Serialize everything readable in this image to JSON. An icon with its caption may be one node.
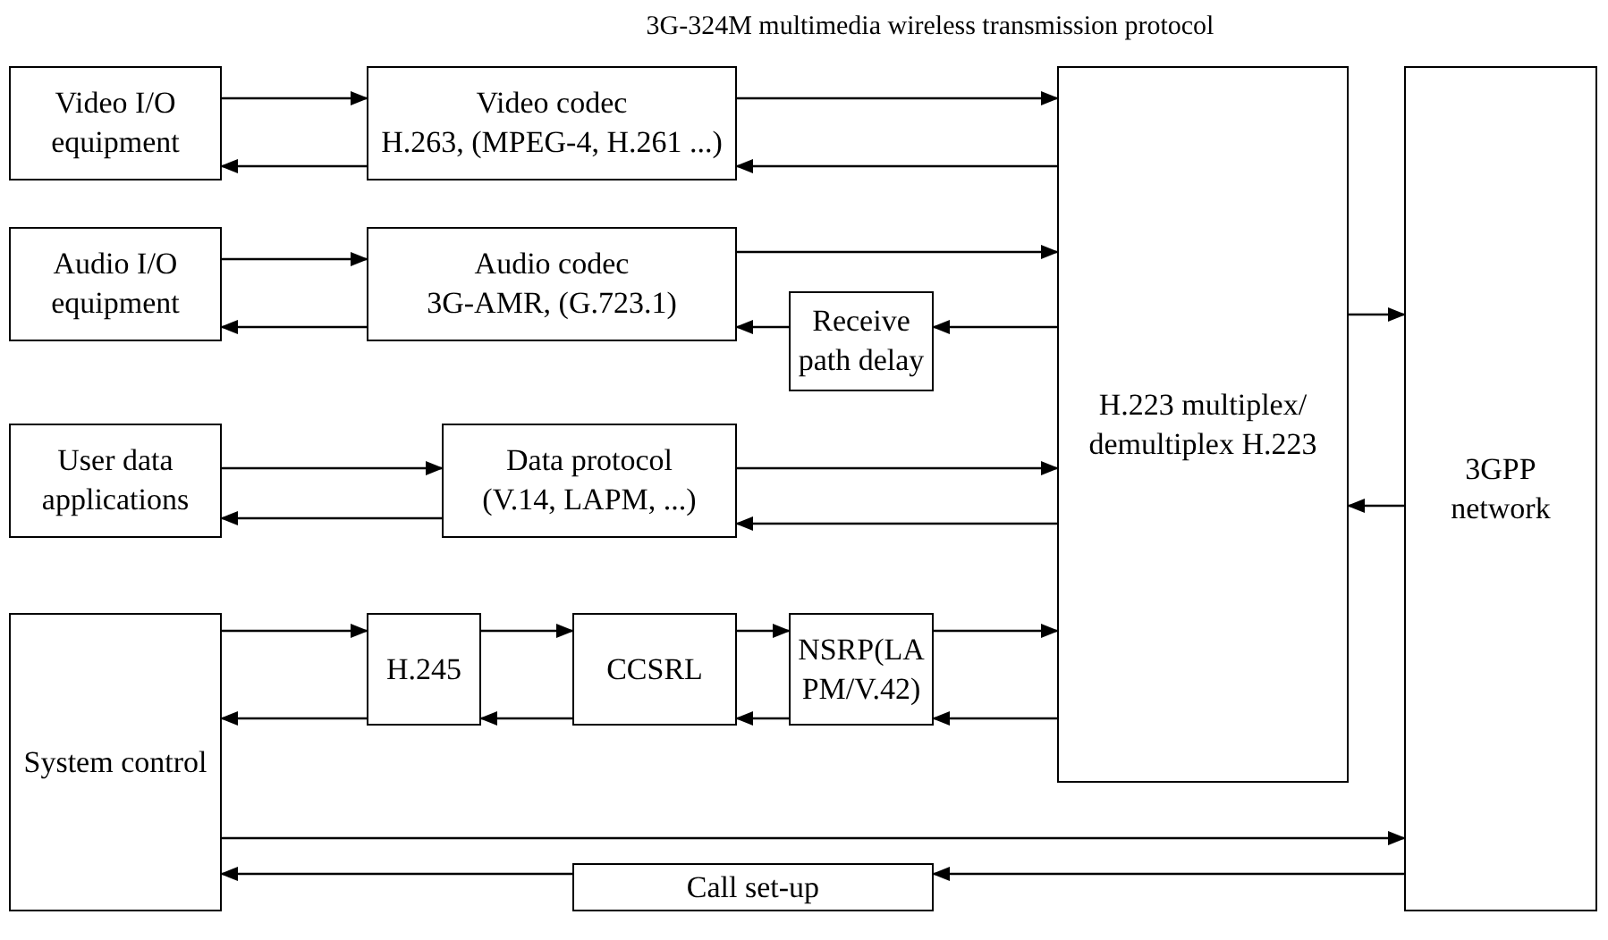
{
  "diagram": {
    "title": "3G-324M multimedia wireless transmission protocol",
    "nodes": [
      {
        "text": [
          "Video I/O equipment"
        ]
      },
      {
        "text": [
          "Video codec",
          "H.263, (MPEG-4, H.261 ...)"
        ]
      },
      {
        "text": [
          "Audio I/O equipment"
        ]
      },
      {
        "text": [
          "Audio codec",
          "3G-AMR, (G.723.1)"
        ]
      },
      {
        "text": [
          "Receive path delay"
        ]
      },
      {
        "text": [
          "H.223 multiplex/ demultiplex H.223"
        ]
      },
      {
        "text": [
          "3GPP network"
        ]
      },
      {
        "text": [
          "User data applications"
        ]
      },
      {
        "text": [
          "Data protocol",
          "(V.14, LAPM, ...)"
        ]
      },
      {
        "text": [
          "System control"
        ]
      },
      {
        "text": [
          "H.245"
        ]
      },
      {
        "text": [
          "CCSRL"
        ]
      },
      {
        "text": [
          "NSRP(LAPM/V.42)"
        ]
      },
      {
        "text": [
          "Call set-up"
        ]
      }
    ],
    "edges": [
      {
        "from": 0,
        "to": 1,
        "arrow": "to"
      },
      {
        "from": 1,
        "to": 0,
        "arrow": "to"
      },
      {
        "from": 1,
        "to": 5,
        "arrow": "to"
      },
      {
        "from": 5,
        "to": 1,
        "arrow": "to"
      },
      {
        "from": 2,
        "to": 3,
        "arrow": "to"
      },
      {
        "from": 3,
        "to": 2,
        "arrow": "to"
      },
      {
        "from": 3,
        "to": 5,
        "arrow": "to"
      },
      {
        "from": 5,
        "to": 4,
        "arrow": "to"
      },
      {
        "from": 4,
        "to": 3,
        "arrow": "to"
      },
      {
        "from": 5,
        "to": 6,
        "arrow": "to"
      },
      {
        "from": 6,
        "to": 5,
        "arrow": "to"
      },
      {
        "from": 7,
        "to": 8,
        "arrow": "to"
      },
      {
        "from": 8,
        "to": 7,
        "arrow": "to"
      },
      {
        "from": 8,
        "to": 5,
        "arrow": "to"
      },
      {
        "from": 5,
        "to": 8,
        "arrow": "to"
      },
      {
        "from": 9,
        "to": 10,
        "arrow": "to"
      },
      {
        "from": 10,
        "to": 9,
        "arrow": "to"
      },
      {
        "from": 10,
        "to": 11,
        "arrow": "to"
      },
      {
        "from": 11,
        "to": 10,
        "arrow": "to"
      },
      {
        "from": 11,
        "to": 12,
        "arrow": "to"
      },
      {
        "from": 12,
        "to": 11,
        "arrow": "to"
      },
      {
        "from": 12,
        "to": 5,
        "arrow": "to"
      },
      {
        "from": 5,
        "to": 12,
        "arrow": "to"
      },
      {
        "from": 9,
        "to": 6,
        "arrow": "to"
      },
      {
        "from": 6,
        "to": 13,
        "arrow": "to"
      },
      {
        "from": 13,
        "to": 9,
        "arrow": "to"
      }
    ]
  }
}
